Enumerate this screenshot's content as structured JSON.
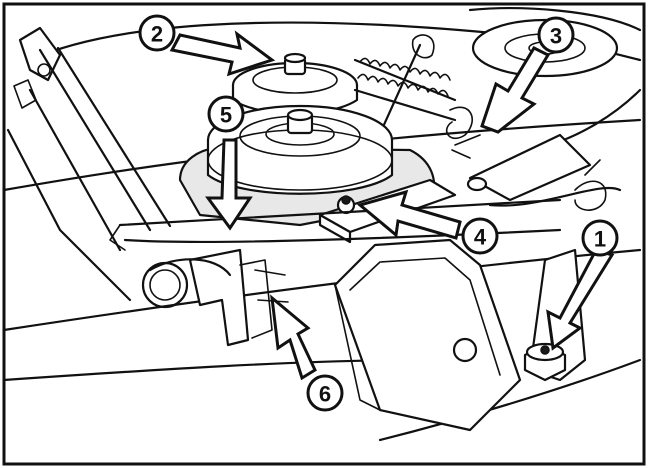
{
  "callouts": [
    {
      "id": "1",
      "label": "1"
    },
    {
      "id": "2",
      "label": "2"
    },
    {
      "id": "3",
      "label": "3"
    },
    {
      "id": "4",
      "label": "4"
    },
    {
      "id": "5",
      "label": "5"
    },
    {
      "id": "6",
      "label": "6"
    }
  ],
  "palette": {
    "ink": "#111111",
    "paper": "#ffffff",
    "shade": "#e8e8e8"
  }
}
